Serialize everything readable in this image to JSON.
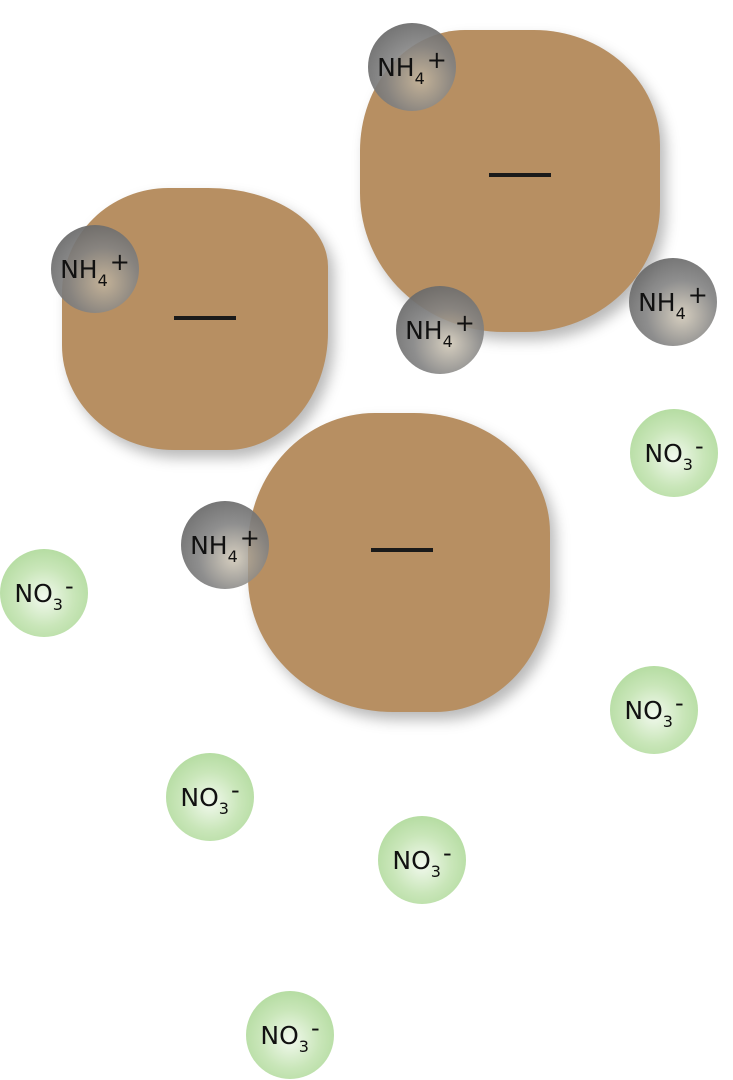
{
  "colors": {
    "particle": "#b78f62",
    "ammonium": "#808080",
    "nitrate": "#b5dca2",
    "charge_mark": "#1a1a1a"
  },
  "particles": [
    {
      "charge": "—"
    },
    {
      "charge": "—"
    },
    {
      "charge": "—"
    }
  ],
  "ammonium": {
    "base": "NH",
    "sub": "4",
    "sup": "+"
  },
  "nitrate": {
    "base": "NO",
    "sub": "3",
    "sup": "-"
  }
}
